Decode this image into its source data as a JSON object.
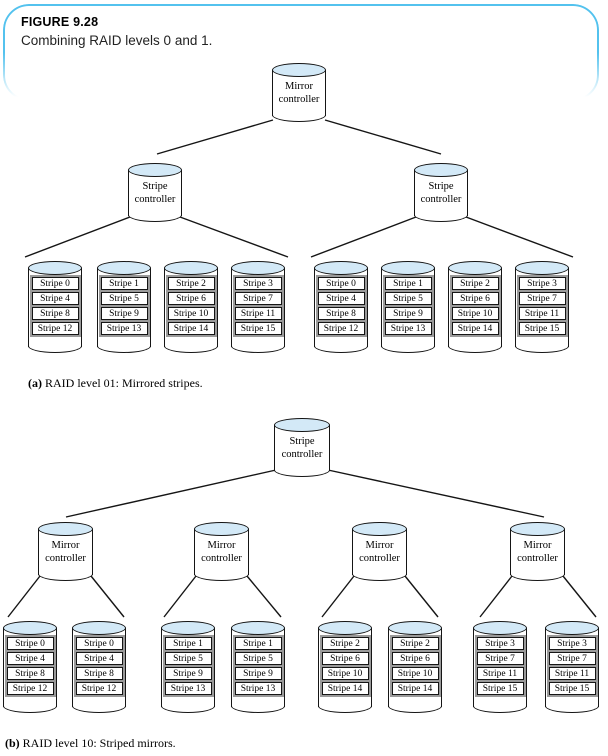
{
  "header": {
    "figure_label": "FIGURE 9.28",
    "figure_caption": "Combining RAID levels 0 and 1."
  },
  "diagram_a": {
    "root_controller": "Mirror controller",
    "sub_controllers": [
      "Stripe controller",
      "Stripe controller"
    ],
    "disks": [
      [
        "Stripe 0",
        "Stripe 4",
        "Stripe 8",
        "Stripe 12"
      ],
      [
        "Stripe 1",
        "Stripe 5",
        "Stripe 9",
        "Stripe 13"
      ],
      [
        "Stripe 2",
        "Stripe 6",
        "Stripe 10",
        "Stripe 14"
      ],
      [
        "Stripe 3",
        "Stripe 7",
        "Stripe 11",
        "Stripe 15"
      ],
      [
        "Stripe 0",
        "Stripe 4",
        "Stripe 8",
        "Stripe 12"
      ],
      [
        "Stripe 1",
        "Stripe 5",
        "Stripe 9",
        "Stripe 13"
      ],
      [
        "Stripe 2",
        "Stripe 6",
        "Stripe 10",
        "Stripe 14"
      ],
      [
        "Stripe 3",
        "Stripe 7",
        "Stripe 11",
        "Stripe 15"
      ]
    ],
    "caption_prefix": "(a)",
    "caption_text": " RAID level 01: Mirrored stripes."
  },
  "diagram_b": {
    "root_controller": "Stripe controller",
    "sub_controllers": [
      "Mirror controller",
      "Mirror controller",
      "Mirror controller",
      "Mirror controller"
    ],
    "disks": [
      [
        "Stripe 0",
        "Stripe 4",
        "Stripe 8",
        "Stripe 12"
      ],
      [
        "Stripe 0",
        "Stripe 4",
        "Stripe 8",
        "Stripe 12"
      ],
      [
        "Stripe 1",
        "Stripe 5",
        "Stripe 9",
        "Stripe 13"
      ],
      [
        "Stripe 1",
        "Stripe 5",
        "Stripe 9",
        "Stripe 13"
      ],
      [
        "Stripe 2",
        "Stripe 6",
        "Stripe 10",
        "Stripe 14"
      ],
      [
        "Stripe 2",
        "Stripe 6",
        "Stripe 10",
        "Stripe 14"
      ],
      [
        "Stripe 3",
        "Stripe 7",
        "Stripe 11",
        "Stripe 15"
      ],
      [
        "Stripe 3",
        "Stripe 7",
        "Stripe 11",
        "Stripe 15"
      ]
    ],
    "caption_prefix": "(b)",
    "caption_text": " RAID level 10: Striped mirrors."
  },
  "colors": {
    "callout_border": "#53c2ee",
    "cylinder_cap": "#d3e9f7",
    "stripe_band": "#9a9a9a",
    "outline": "#151515"
  }
}
